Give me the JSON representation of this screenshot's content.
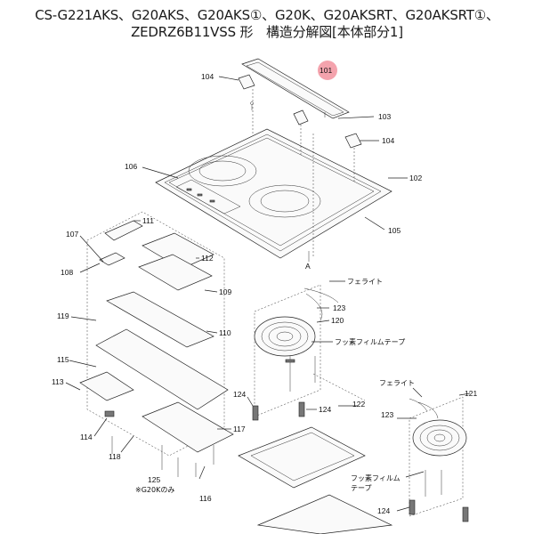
{
  "title": {
    "line1": "CS-G221AKS、G20AKS、G20AKS①、G20K、G20AKSRT、G20AKSRT①、",
    "line2": "ZEDRZ6B11VSS 形　構造分解図[本体部分1]"
  },
  "highlight_color": "#f4a3ad",
  "labels": {
    "p101": "101",
    "p102": "102",
    "p103": "103",
    "p104a": "104",
    "p104b": "104",
    "p105": "105",
    "p106": "106",
    "p107": "107",
    "p108": "108",
    "p109": "109",
    "p110": "110",
    "p111": "111",
    "p112": "112",
    "p113": "113",
    "p114": "114",
    "p115": "115",
    "p116": "116",
    "p117": "117",
    "p118": "118",
    "p119": "119",
    "p120": "120",
    "p121": "121",
    "p122": "122",
    "p123a": "123",
    "p123b": "123",
    "p124a": "124",
    "p124b": "124",
    "p124c": "124",
    "p125": "125",
    "a_mark": "A",
    "ferrite1": "フェライト",
    "ferrite2": "フェライト",
    "tape1": "フッ素フィルムテープ",
    "tape2_l1": "フッ素フィルム",
    "tape2_l2": "テープ",
    "note_g20k": "※G20Kのみ"
  }
}
